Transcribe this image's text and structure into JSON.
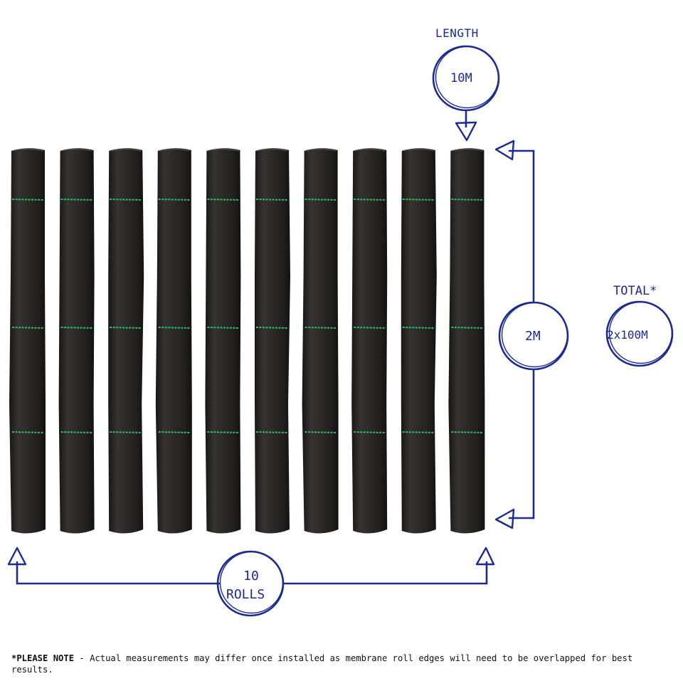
{
  "product": {
    "roll_count": 10,
    "roll_color": "#2b2827",
    "stripe_color": "#2fbf6a",
    "accent_color": "#1c2b91"
  },
  "annotations": {
    "length_label": "LENGTH",
    "length_value": "10M",
    "height_value": "2M",
    "total_label": "TOTAL*",
    "total_value": "2x100M",
    "rolls_number": "10",
    "rolls_word": "ROLLS"
  },
  "footnote": {
    "prefix": "*PLEASE NOTE",
    "text": " - Actual measurements may differ once installed as membrane roll edges will need to be overlapped for best results."
  }
}
